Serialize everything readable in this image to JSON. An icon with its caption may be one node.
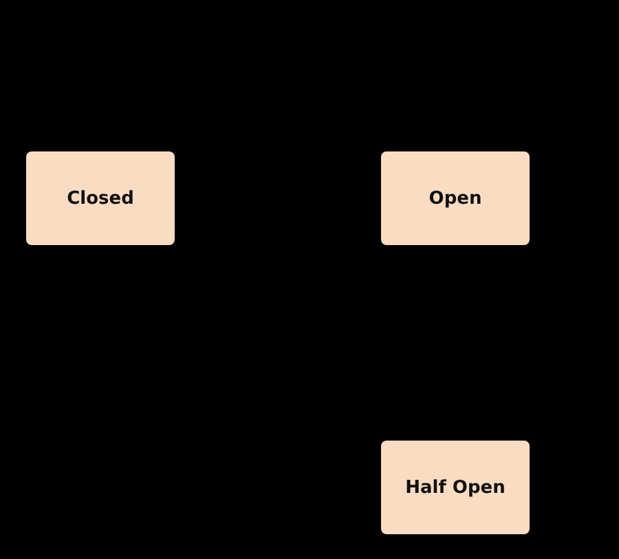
{
  "diagram": {
    "nodes": [
      {
        "text": [
          "Closed"
        ]
      },
      {
        "text": [
          "Open"
        ]
      },
      {
        "text": [
          "Half Open"
        ]
      }
    ]
  }
}
